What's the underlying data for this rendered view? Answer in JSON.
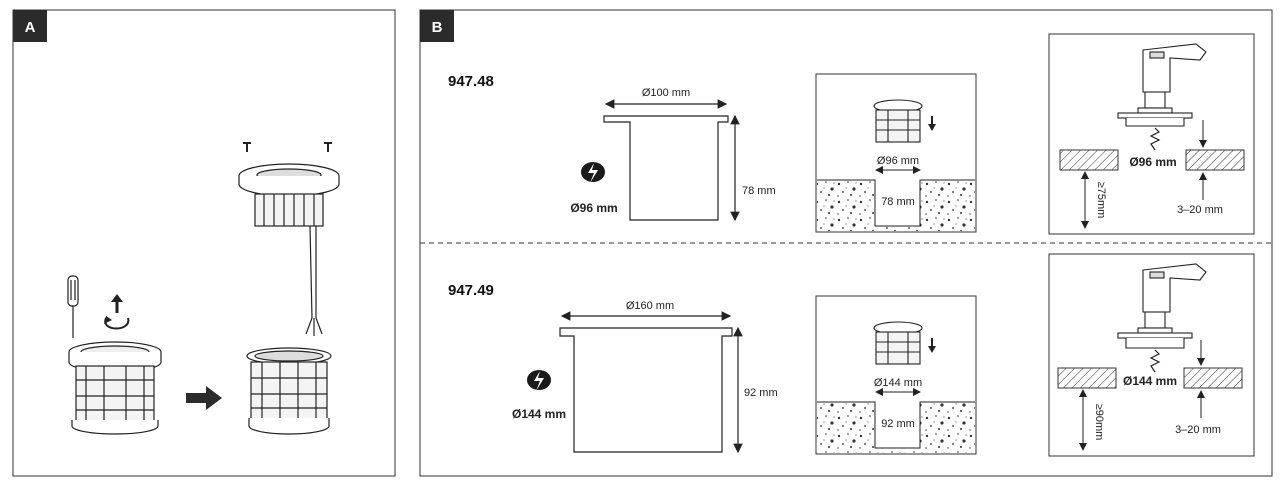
{
  "panel_a": {
    "badge": "A"
  },
  "panel_b": {
    "badge": "B",
    "rows": [
      {
        "model": "947.48",
        "diameter_width": "Ø100 mm",
        "height": "78 mm",
        "cutout_icon_label": "Ø96 mm",
        "hole_diameter": "Ø96 mm",
        "hole_depth": "78 mm",
        "drill_diameter": "Ø96 mm",
        "min_depth": "≥75mm",
        "panel_thickness": "3–20 mm"
      },
      {
        "model": "947.49",
        "diameter_width": "Ø160 mm",
        "height": "92 mm",
        "cutout_icon_label": "Ø144 mm",
        "hole_diameter": "Ø144 mm",
        "hole_depth": "92 mm",
        "drill_diameter": "Ø144 mm",
        "min_depth": "≥90mm",
        "panel_thickness": "3–20 mm"
      }
    ]
  }
}
